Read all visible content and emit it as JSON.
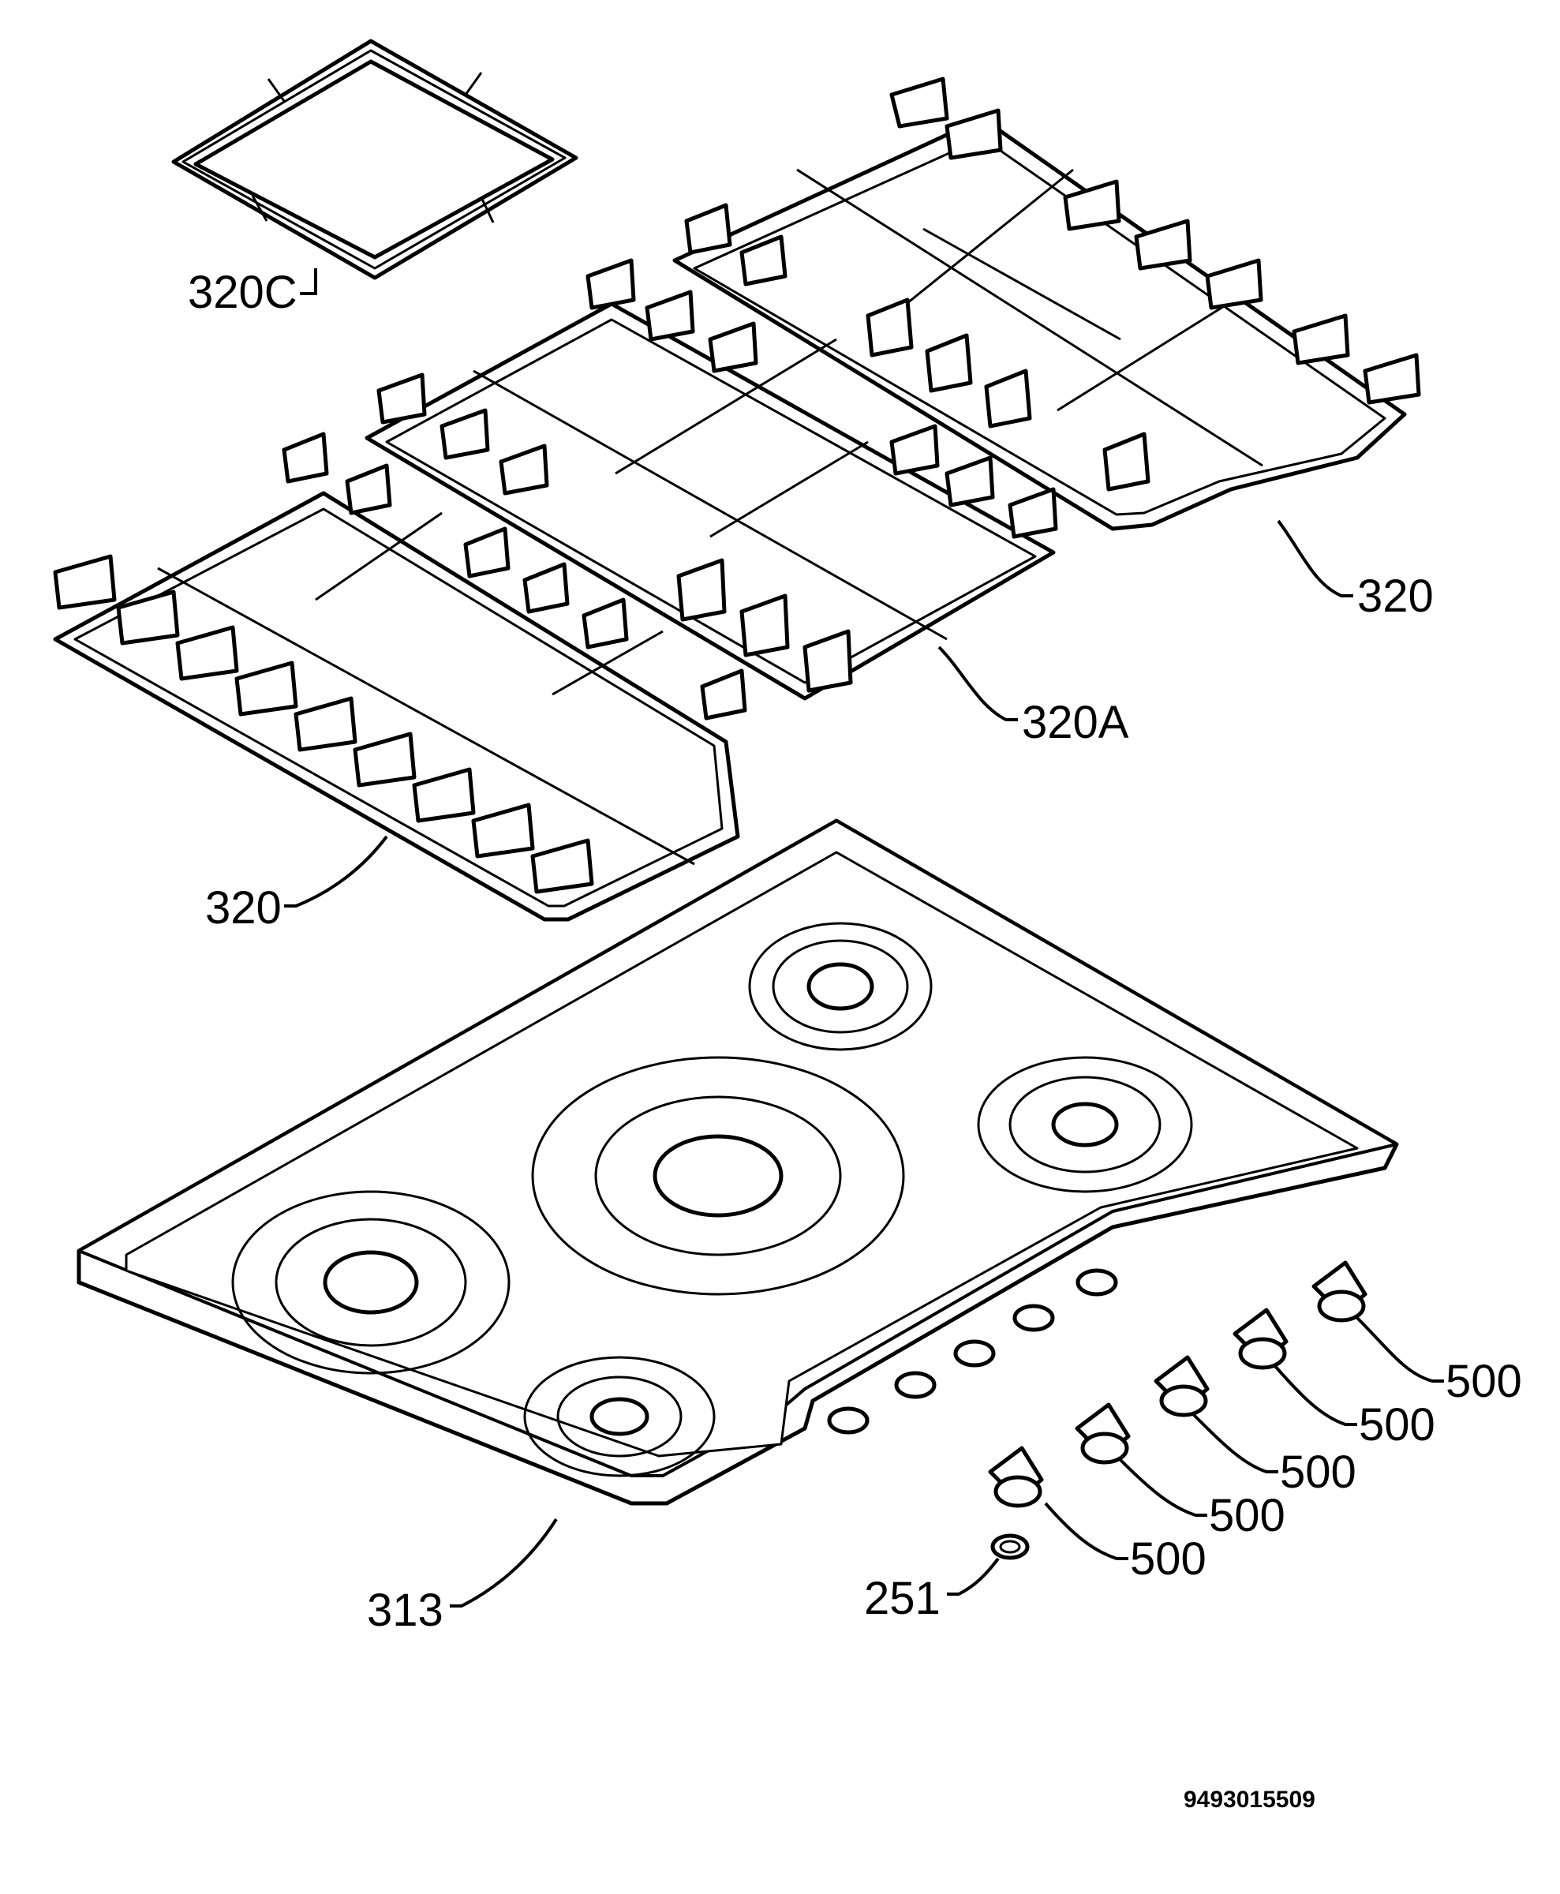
{
  "callouts": [
    {
      "id": "c1",
      "label": "320C"
    },
    {
      "id": "c2",
      "label": "320"
    },
    {
      "id": "c3",
      "label": "320A"
    },
    {
      "id": "c4",
      "label": "320"
    },
    {
      "id": "c5",
      "label": "313"
    },
    {
      "id": "c6",
      "label": "251"
    },
    {
      "id": "c7",
      "label": "500"
    },
    {
      "id": "c8",
      "label": "500"
    },
    {
      "id": "c9",
      "label": "500"
    },
    {
      "id": "c10",
      "label": "500"
    },
    {
      "id": "c11",
      "label": "500"
    }
  ],
  "document_number": "9493015509"
}
